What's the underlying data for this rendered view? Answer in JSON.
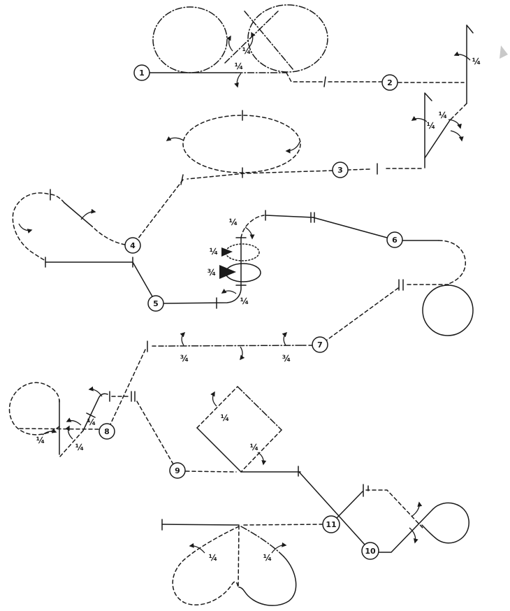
{
  "colors": {
    "ink": "#1a1a1a",
    "bg": "#ffffff",
    "artifact": "#c9c9c9"
  },
  "diagram": {
    "type": "aerobatic-sequence-diagram",
    "figures": [
      {
        "number": "1",
        "rolls": [
          "¼",
          "¼"
        ]
      },
      {
        "number": "2",
        "rolls": [
          "¼"
        ]
      },
      {
        "number": "3",
        "rolls": [
          "¼",
          "¼"
        ]
      },
      {
        "number": "4",
        "rolls": []
      },
      {
        "number": "5",
        "rolls": [
          "¼",
          "¼",
          "¾",
          "¼"
        ]
      },
      {
        "number": "6",
        "rolls": []
      },
      {
        "number": "7",
        "rolls": [
          "¾",
          "¾"
        ]
      },
      {
        "number": "8",
        "rolls": [
          "¼",
          "¼",
          "¼"
        ]
      },
      {
        "number": "9",
        "rolls": [
          "¼",
          "¼"
        ]
      },
      {
        "number": "10",
        "rolls": []
      },
      {
        "number": "11",
        "rolls": [
          "¼",
          "¼"
        ]
      }
    ]
  }
}
